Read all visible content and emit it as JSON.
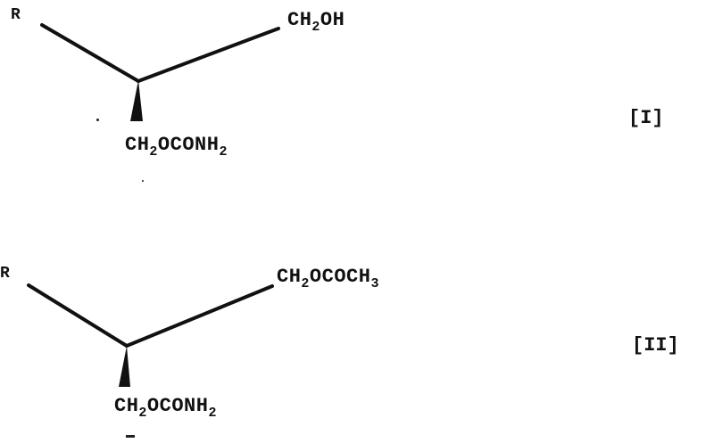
{
  "figure": {
    "type": "chemical-structures",
    "compounds": [
      {
        "id": "I",
        "label": "[I]",
        "substituent_r": "R",
        "top_right_group": {
          "prefix": "CH",
          "sub1": "2",
          "suffix": "OH"
        },
        "bottom_group": {
          "prefix": "CH",
          "sub1": "2",
          "middle": "OCONH",
          "sub2": "2"
        },
        "stereo_bond": "wedge"
      },
      {
        "id": "II",
        "label": "[II]",
        "substituent_r": "R",
        "top_right_group": {
          "prefix": "CH",
          "sub1": "2",
          "middle": "OCOCH",
          "sub2": "3"
        },
        "bottom_group": {
          "prefix": "CH",
          "sub1": "2",
          "middle": "OCONH",
          "sub2": "2"
        },
        "stereo_bond": "wedge"
      }
    ],
    "colors": {
      "ink": "#111111",
      "background": "#ffffff"
    }
  }
}
